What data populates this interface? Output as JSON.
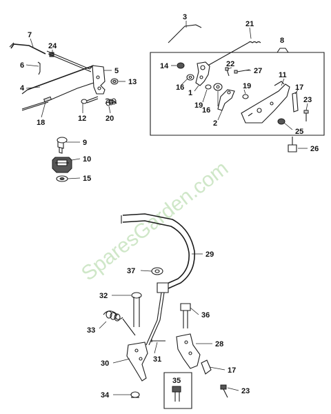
{
  "watermark": "SparesGarden.com",
  "colors": {
    "ink": "#1a1a1a",
    "watermark": "#c7e3bf",
    "background": "#ffffff"
  },
  "labels": {
    "p1": "1",
    "p2": "2",
    "p3": "3",
    "p4": "4",
    "p5": "5",
    "p6": "6",
    "p7": "7",
    "p8": "8",
    "p9": "9",
    "p10": "10",
    "p11": "11",
    "p12": "12",
    "p13": "13",
    "p14": "14",
    "p15": "15",
    "p16a": "16",
    "p16b": "16",
    "p17a": "17",
    "p17b": "17",
    "p18": "18",
    "p19a": "19",
    "p19b": "19",
    "p20": "20",
    "p21": "21",
    "p22": "22",
    "p23a": "23",
    "p23b": "23",
    "p24": "24",
    "p25": "25",
    "p26": "26",
    "p27": "27",
    "p28": "28",
    "p29": "29",
    "p30": "30",
    "p31": "31",
    "p32": "32",
    "p33": "33",
    "p34": "34",
    "p35": "35",
    "p36": "36",
    "p37": "37"
  }
}
